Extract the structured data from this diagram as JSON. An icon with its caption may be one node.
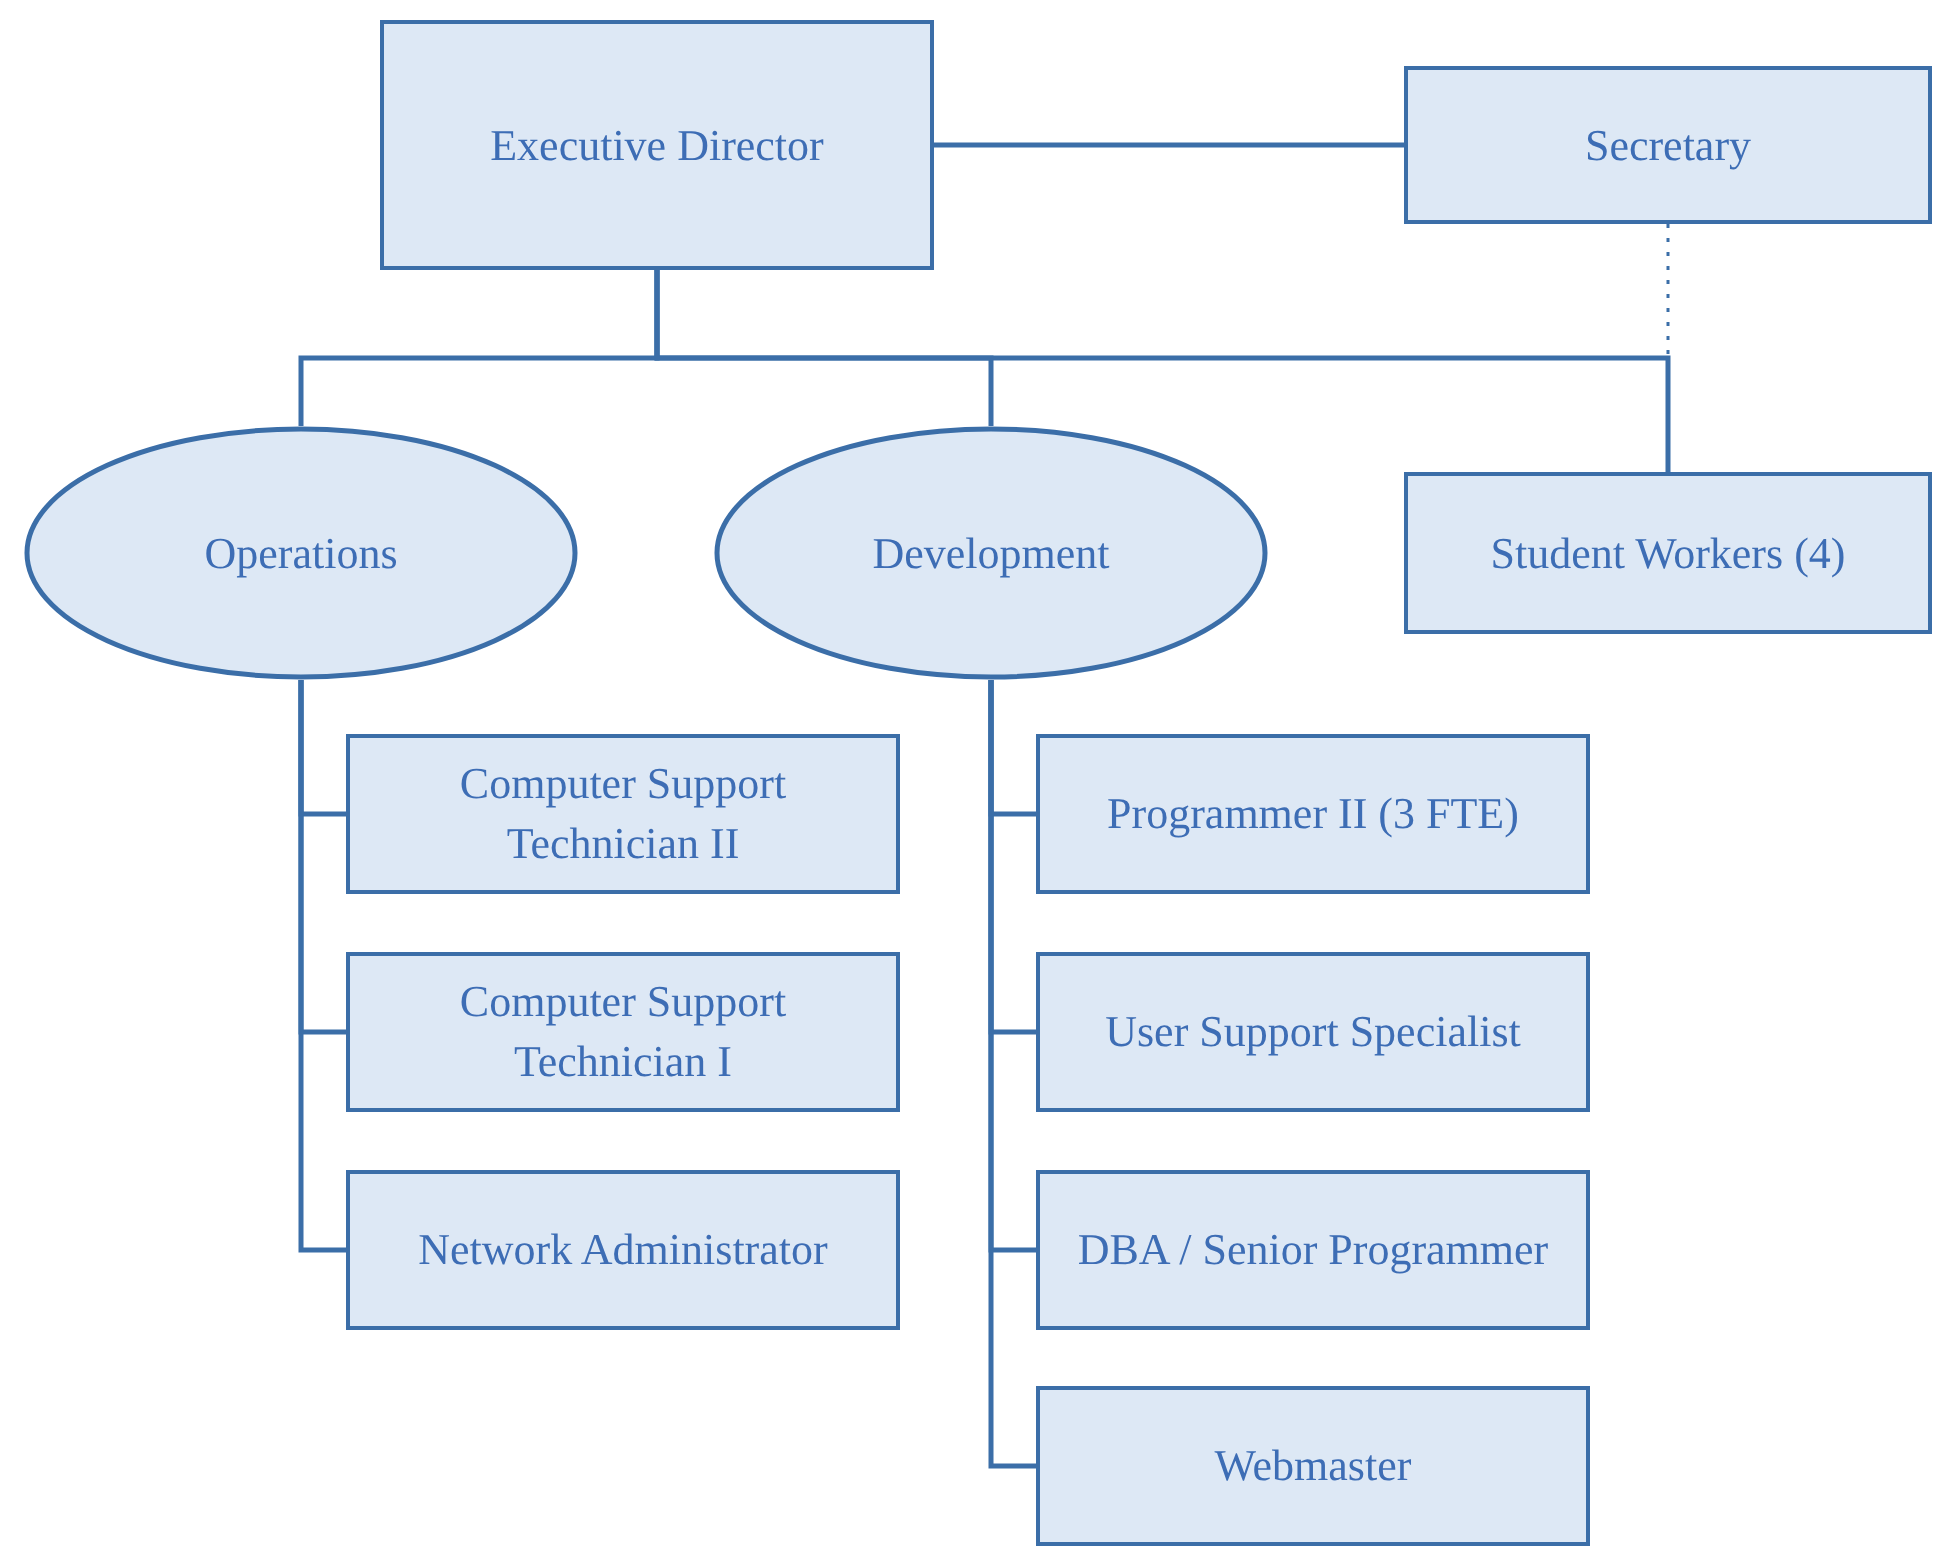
{
  "diagram": {
    "nodes": [
      {
        "text": [
          "Executive Director"
        ]
      },
      {
        "text": [
          "Secretary"
        ]
      },
      {
        "text": [
          "Operations"
        ]
      },
      {
        "text": [
          "Development"
        ]
      },
      {
        "text": [
          "Student Workers (4)"
        ]
      },
      {
        "text": [
          "Computer Support Technician II"
        ]
      },
      {
        "text": [
          "Computer Support Technician I"
        ]
      },
      {
        "text": [
          "Network Administrator"
        ]
      },
      {
        "text": [
          "Programmer II (3 FTE)"
        ]
      },
      {
        "text": [
          "User Support Specialist"
        ]
      },
      {
        "text": [
          "DBA / Senior Programmer"
        ]
      },
      {
        "text": [
          "Webmaster"
        ]
      }
    ],
    "edges": [
      {
        "from": 0,
        "to": 1,
        "arrow": "none"
      },
      {
        "from": 0,
        "to": 2,
        "arrow": "none"
      },
      {
        "from": 0,
        "to": 3,
        "arrow": "none"
      },
      {
        "from": 0,
        "to": 4,
        "arrow": "none"
      },
      {
        "from": 1,
        "to": 4,
        "arrow": "none",
        "style": "dashed"
      },
      {
        "from": 2,
        "to": 5,
        "arrow": "none"
      },
      {
        "from": 2,
        "to": 6,
        "arrow": "none"
      },
      {
        "from": 2,
        "to": 7,
        "arrow": "none"
      },
      {
        "from": 3,
        "to": 8,
        "arrow": "none"
      },
      {
        "from": 3,
        "to": 9,
        "arrow": "none"
      },
      {
        "from": 3,
        "to": 10,
        "arrow": "none"
      },
      {
        "from": 3,
        "to": 11,
        "arrow": "none"
      }
    ]
  }
}
